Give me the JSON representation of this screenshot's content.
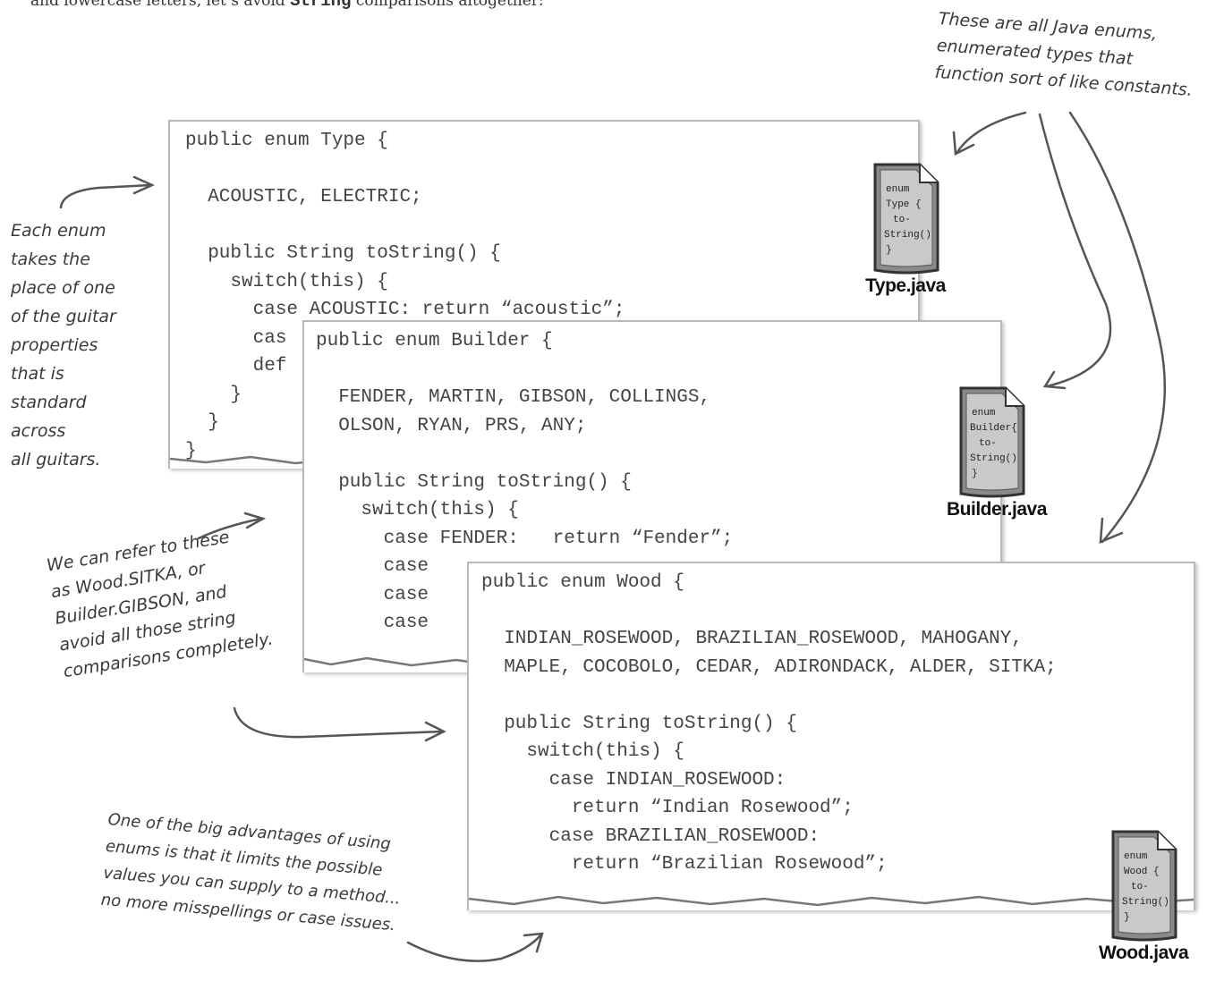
{
  "intro_text": {
    "before": "and lowercase letters, let’s avoid ",
    "code": "String",
    "after": " comparisons altogether:"
  },
  "code_blocks": {
    "type_enum": "public enum Type {\n\n  ACOUSTIC, ELECTRIC;\n\n  public String toString() {\n    switch(this) {\n      case ACOUSTIC: return “acoustic”;\n      cas\n      def\n    }\n  }\n}",
    "builder_enum": "public enum Builder {\n\n  FENDER, MARTIN, GIBSON, COLLINGS,\n  OLSON, RYAN, PRS, ANY;\n\n  public String toString() {\n    switch(this) {\n      case FENDER:   return “Fender”;\n      case\n      case\n      case",
    "wood_enum": "public enum Wood {\n\n  INDIAN_ROSEWOOD, BRAZILIAN_ROSEWOOD, MAHOGANY,\n  MAPLE, COCOBOLO, CEDAR, ADIRONDACK, ALDER, SITKA;\n\n  public String toString() {\n    switch(this) {\n      case INDIAN_ROSEWOOD:\n        return “Indian Rosewood”;\n      case BRAZILIAN_ROSEWOOD:\n        return “Brazilian Rosewood”;"
  },
  "file_icons": {
    "type": {
      "icon_text": "enum\nType {\n  to-\nString()\n}",
      "label": "Type.java"
    },
    "builder": {
      "icon_text": "enum\nBuilder{\n  to-\nString()\n}",
      "label": "Builder.java"
    },
    "wood": {
      "icon_text": "enum\nWood {\n  to-\nString()\n}",
      "label": "Wood.java"
    }
  },
  "annotations": {
    "each_enum": "Each enum\ntakes the\nplace of one\nof the guitar\nproperties\nthat is\nstandard\nacross\nall guitars.",
    "refer_to": "We can refer to these\nas Wood.SITKA, or\nBuilder.GIBSON, and\navoid all those string\ncomparisons completely.",
    "java_enums": "These are all Java enums,\nenumerated types that\nfunction sort of like constants.",
    "advantages": "One of the big advantages of using\nenums is that it limits the possible\nvalues you can supply to a method...\nno more misspellings or case issues."
  }
}
